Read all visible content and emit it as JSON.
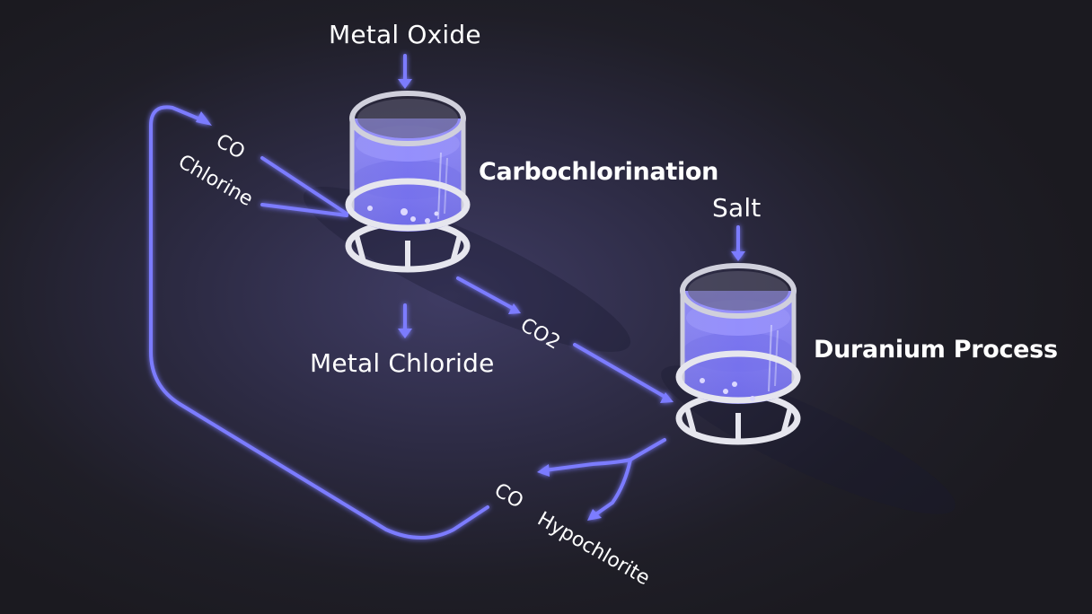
{
  "colors": {
    "flow": "#7b7bff",
    "liquid": "#7a72f4",
    "glass": "#c9c9d6",
    "frame": "#e6e6ee",
    "text": "#ffffff"
  },
  "processes": {
    "carbochlorination": {
      "label": "Carbochlorination"
    },
    "duranium": {
      "label": "Duranium Process"
    }
  },
  "inputs": {
    "metal_oxide": "Metal Oxide",
    "salt": "Salt",
    "co_in": "CO",
    "chlorine": "Chlorine"
  },
  "outputs": {
    "metal_chloride": "Metal Chloride",
    "co2": "CO2",
    "co_out": "CO",
    "hypochlorite": "Hypochlorite"
  }
}
